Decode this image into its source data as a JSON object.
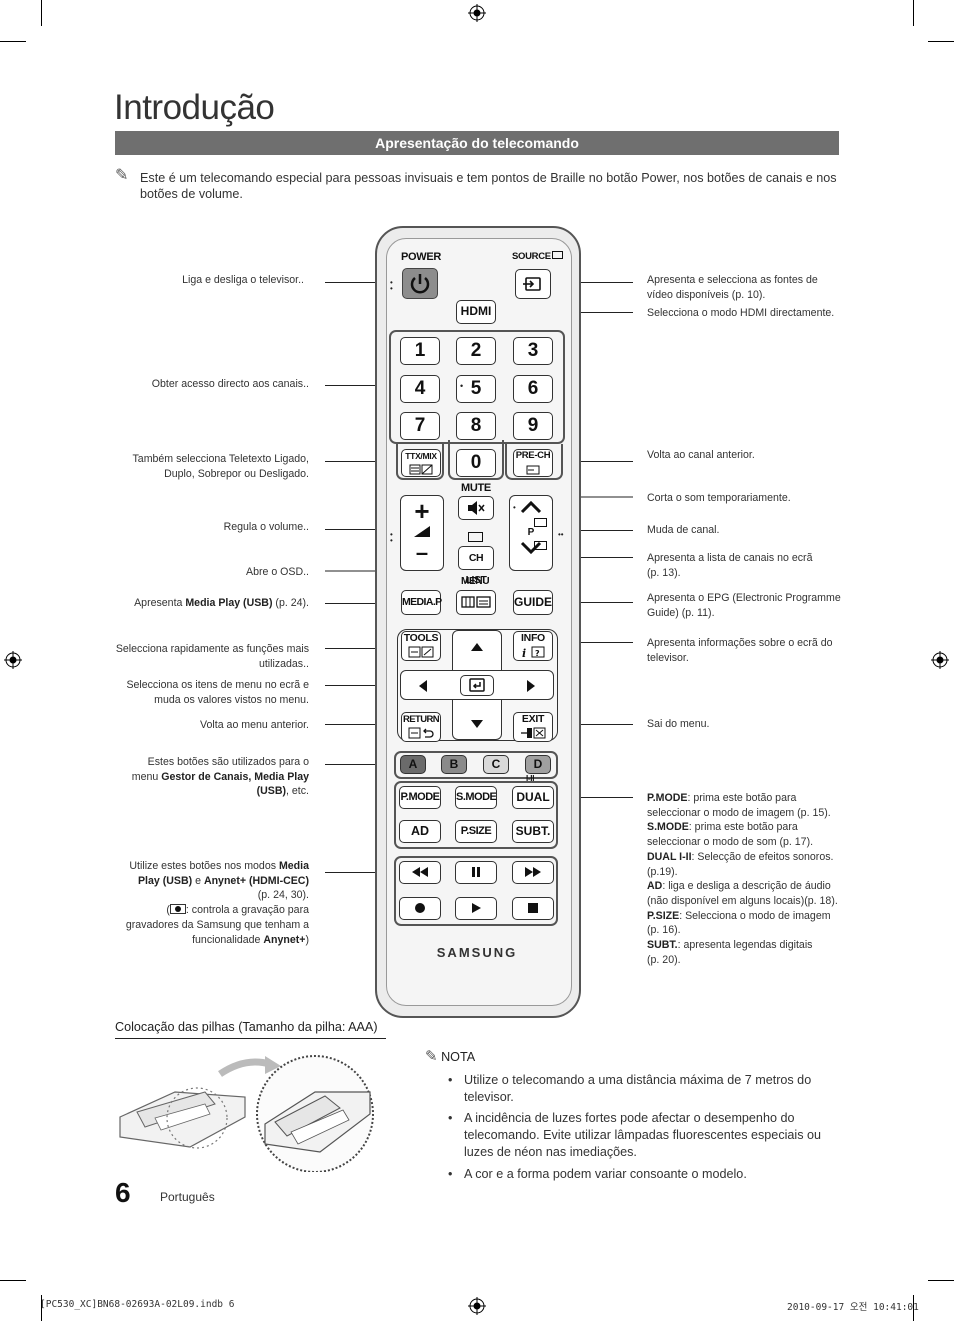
{
  "page": {
    "title": "Introdução",
    "section_title": "Apresentação do telecomando",
    "intro_note": "Este é um telecomando especial para pessoas invisuais e tem pontos de Braille no botão Power, nos botões de canais e nos botões de volume.",
    "page_number": "6",
    "language": "Português",
    "footer_left": "[PC530_XC]BN68-02693A-02L09.indb   6",
    "footer_right": "2010-09-17   오전 10:41:01"
  },
  "remote": {
    "power": "POWER",
    "source": "SOURCE",
    "hdmi": "HDMI",
    "digits": [
      "1",
      "2",
      "3",
      "4",
      "5",
      "6",
      "7",
      "8",
      "9",
      "0"
    ],
    "ttx": "TTX/MIX",
    "prech": "PRE-CH",
    "mute": "MUTE",
    "chlist": "CH LIST",
    "p": "P",
    "menu": "MENU",
    "mediap": "MEDIA.P",
    "guide": "GUIDE",
    "tools": "TOOLS",
    "info": "INFO",
    "return": "RETURN",
    "exit": "EXIT",
    "colors": [
      "A",
      "B",
      "C",
      "D"
    ],
    "pmode": "P.MODE",
    "smode": "S.MODE",
    "dual": "DUAL",
    "dual_sub": "I-II",
    "ad": "AD",
    "psize": "P.SIZE",
    "subt": "SUBT.",
    "brand": "SAMSUNG",
    "color_hex": [
      "#6b6b6b",
      "#8a8a8a",
      "#d9d9d9",
      "#a0a0a0"
    ]
  },
  "labels_left": {
    "power": "Liga e desliga o televisor..",
    "channels": "Obter acesso directo aos canais..",
    "ttx_1": "Também selecciona Teletexto Ligado,",
    "ttx_2": "Duplo, Sobrepor ou Desligado.",
    "volume": "Regula o volume..",
    "osd": "Abre o OSD..",
    "media_pre": "Apresenta ",
    "media_bold": "Media Play (USB)",
    "media_post": " (p. 24).",
    "tools_1": "Selecciona rapidamente as funções mais",
    "tools_2": "utilizadas..",
    "nav_1": "Selecciona os itens de menu no ecrã e",
    "nav_2": "muda os valores vistos no menu.",
    "return": "Volta ao menu anterior.",
    "color_1": "Estes botões são utilizados para o",
    "color_2_pre": "menu ",
    "color_2_bold": "Gestor de Canais, Media Play",
    "color_3_bold": "(USB)",
    "color_3_post": ", etc.",
    "play_1_pre": "Utilize estes botões nos modos ",
    "play_1_bold": "Media",
    "play_2_bold": "Play (USB)",
    "play_2_mid": " e ",
    "play_2_bold2": "Anynet+ (HDMI-CEC)",
    "play_3": "(p. 24, 30).",
    "play_4_pre": "(",
    "play_4_post": ": controla a gravação para",
    "play_5": "gravadores da Samsung que tenham a",
    "play_6_pre": "funcionalidade ",
    "play_6_bold": "Anynet+",
    "play_6_post": ")"
  },
  "labels_right": {
    "source_1": "Apresenta e selecciona as fontes de",
    "source_2": "vídeo disponíveis (p. 10).",
    "hdmi": "Selecciona o modo HDMI directamente.",
    "prech": "Volta ao canal anterior.",
    "mute": "Corta o som temporariamente.",
    "channel": "Muda de canal.",
    "chlist_1": "Apresenta a lista de canais no ecrã",
    "chlist_2": "(p. 13).",
    "guide_1": "Apresenta o EPG (Electronic Programme",
    "guide_2": "Guide) (p. 11).",
    "info_1": "Apresenta informações sobre o ecrã do",
    "info_2": "televisor.",
    "exit": "Sai do menu.",
    "modes": [
      {
        "bold": "P.MODE",
        "text": ": prima este botão para"
      },
      {
        "bold": "",
        "text": "seleccionar o modo de imagem (p. 15)."
      },
      {
        "bold": "S.MODE",
        "text": ": prima este botão para"
      },
      {
        "bold": "",
        "text": "seleccionar o modo de som (p. 17)."
      },
      {
        "bold": "DUAL I-II",
        "text": ": Selecção de efeitos sonoros."
      },
      {
        "bold": "",
        "text": "(p.19)."
      },
      {
        "bold": "AD",
        "text": ": liga e desliga a descrição de áudio"
      },
      {
        "bold": "",
        "text": "(não disponível em alguns locais)(p. 18)."
      },
      {
        "bold": "P.SIZE",
        "text": ": Selecciona o modo de imagem"
      },
      {
        "bold": "",
        "text": "(p. 16)."
      },
      {
        "bold": "SUBT.",
        "text": ": apresenta legendas digitais"
      },
      {
        "bold": "",
        "text": "(p. 20)."
      }
    ]
  },
  "battery": {
    "caption": "Colocação das pilhas (Tamanho da pilha: AAA)"
  },
  "notes": {
    "heading": "NOTA",
    "items": [
      "Utilize o telecomando a uma distância máxima de 7 metros do televisor.",
      "A incidência de luzes fortes pode afectar o desempenho do telecomando. Evite utilizar lâmpadas fluorescentes especiais ou luzes de néon nas imediações.",
      "A cor e a forma podem variar consoante o modelo."
    ]
  }
}
